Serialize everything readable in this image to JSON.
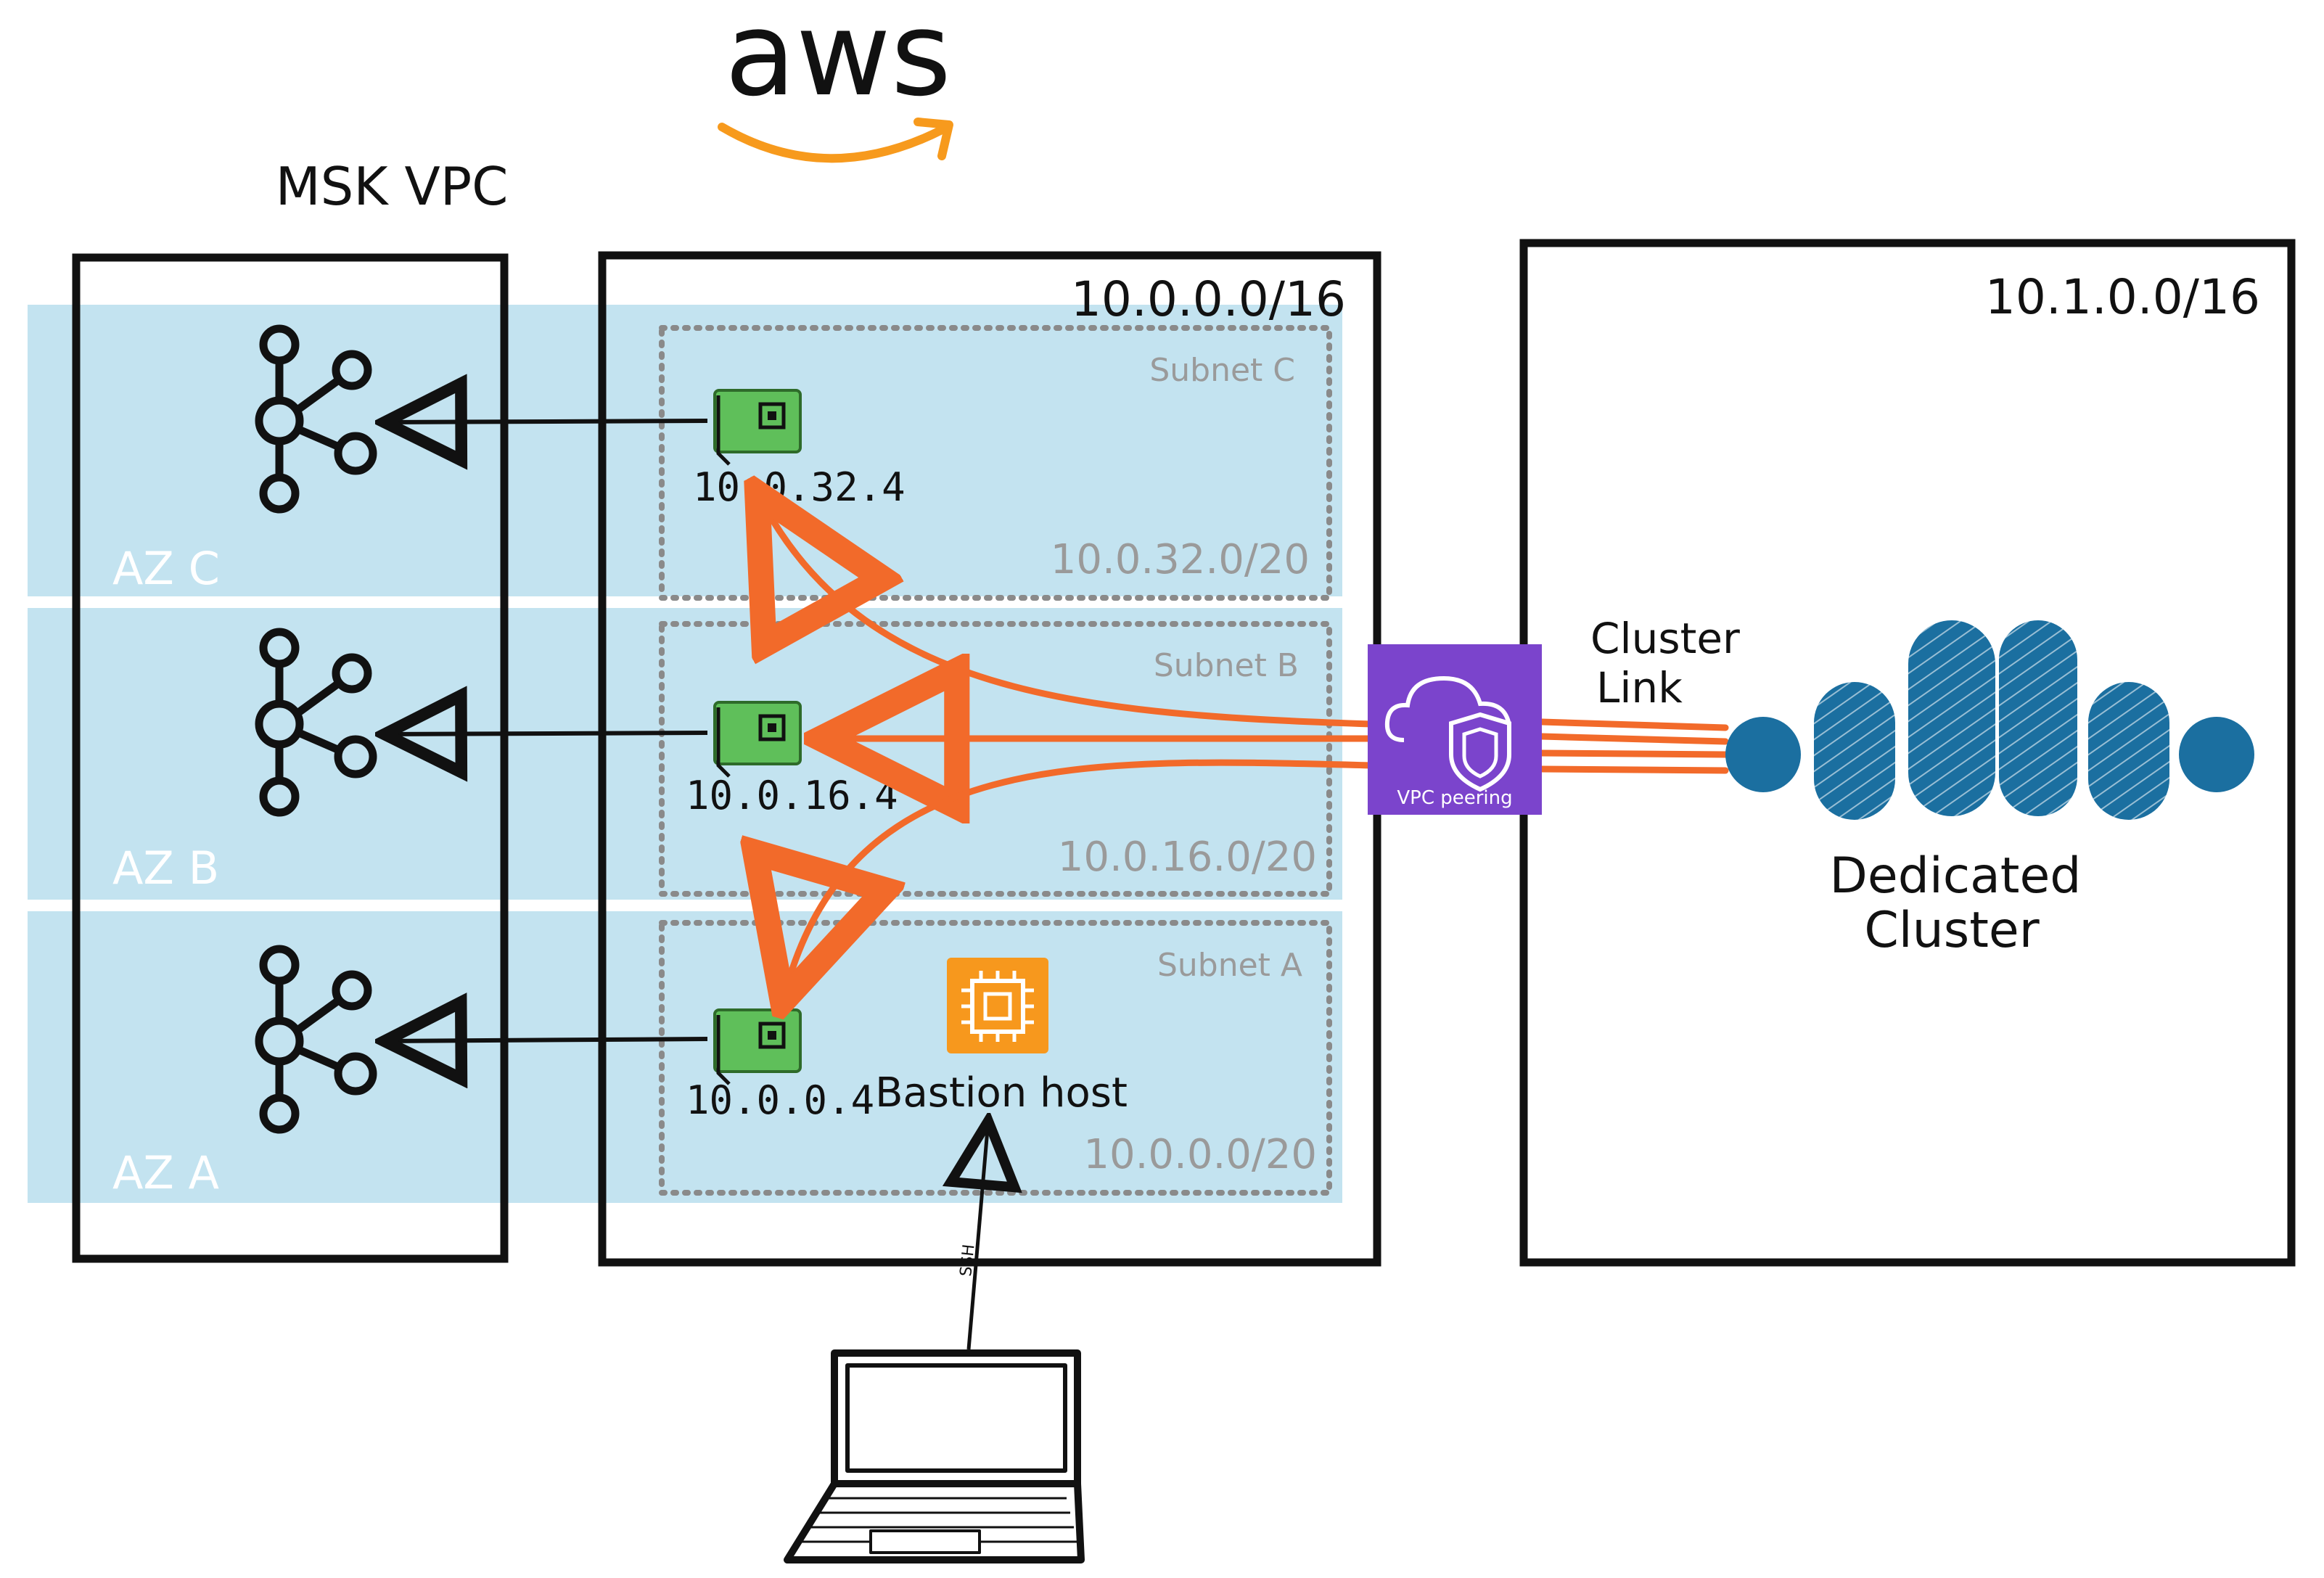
{
  "brand": {
    "logo_text": "aws"
  },
  "msk_vpc": {
    "title": "MSK VPC",
    "azs": [
      {
        "label": "AZ C"
      },
      {
        "label": "AZ B"
      },
      {
        "label": "AZ A"
      }
    ]
  },
  "client_vpc": {
    "cidr": "10.0.0.0/16",
    "subnets": [
      {
        "name": "Subnet C",
        "cidr": "10.0.32.0/20",
        "eni_ip": "10.0.32.4"
      },
      {
        "name": "Subnet B",
        "cidr": "10.0.16.0/20",
        "eni_ip": "10.0.16.4"
      },
      {
        "name": "Subnet A",
        "cidr": "10.0.0.0/20",
        "eni_ip": "10.0.0.4"
      }
    ],
    "bastion": {
      "label": "Bastion host"
    }
  },
  "peering": {
    "label": "VPC peering"
  },
  "cluster_link": {
    "label_line1": "Cluster",
    "label_line2": "Link"
  },
  "confluent_vpc": {
    "cidr": "10.1.0.0/16",
    "cluster": {
      "label_line1": "Dedicated",
      "label_line2": "Cluster"
    }
  },
  "laptop": {
    "ssh_label": "SSH"
  },
  "colors": {
    "az_band": "#c3e3f0",
    "orange_arrow": "#f26a2a",
    "peering_purple": "#7b44cc",
    "eni_green": "#4caf50",
    "bastion_orange": "#f7981d",
    "cluster_blue": "#1b6fa0",
    "aws_smile": "#f79a1d"
  }
}
